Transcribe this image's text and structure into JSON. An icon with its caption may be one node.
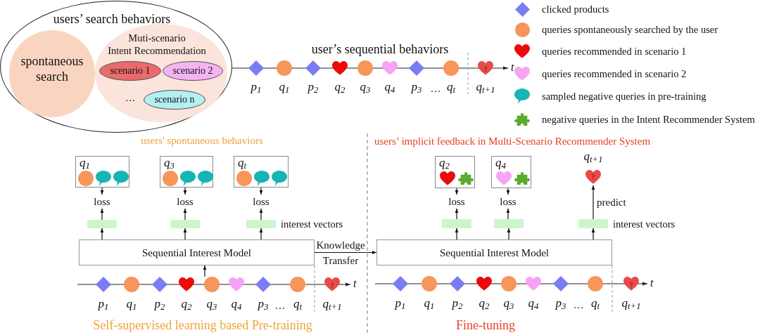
{
  "diagram": {
    "nodes": [
      {
        "text": [
          "users’ search behaviors"
        ]
      },
      {
        "text": [
          "spontaneous search"
        ],
        "in": 0
      },
      {
        "text": [
          "Muti-scenario Intent Recommendation",
          "…"
        ],
        "in": 0
      },
      {
        "text": [
          "scenario 1"
        ],
        "in": 2
      },
      {
        "text": [
          "scenario 2"
        ],
        "in": 2
      },
      {
        "text": [
          "scenario n"
        ],
        "in": 2
      },
      {
        "text": [
          "q$_{1}$"
        ]
      },
      {
        "text": [
          "q$_{3}$"
        ]
      },
      {
        "text": [
          "q$_{t}$"
        ]
      },
      {
        "text": [
          "loss"
        ]
      },
      {
        "text": [
          "loss"
        ]
      },
      {
        "text": [
          "loss"
        ]
      },
      {
        "text": [],
        "shape": "bar"
      },
      {
        "text": [],
        "shape": "bar"
      },
      {
        "text": [],
        "shape": "bar",
        "beside": [
          "interest vectors"
        ]
      },
      {
        "text": [
          "Sequential Interest Model"
        ]
      },
      {
        "text": [
          "q$_{2}$"
        ]
      },
      {
        "text": [
          "q$_{4}$"
        ]
      },
      {
        "text": [
          "q$_{t+1}$",
          "?"
        ]
      },
      {
        "text": [
          "loss"
        ]
      },
      {
        "text": [
          "loss"
        ]
      },
      {
        "text": [],
        "shape": "bar"
      },
      {
        "text": [],
        "shape": "bar"
      },
      {
        "text": [],
        "shape": "bar",
        "beside": [
          "interest vectors"
        ]
      },
      {
        "text": [
          "Sequential Interest Model"
        ]
      }
    ],
    "edges": [
      {
        "from": 6,
        "to": 9,
        "arrow": "to"
      },
      {
        "from": 12,
        "to": 9,
        "arrow": "to"
      },
      {
        "from": 15,
        "to": 12,
        "arrow": "to"
      },
      {
        "from": 7,
        "to": 10,
        "arrow": "to"
      },
      {
        "from": 13,
        "to": 10,
        "arrow": "to"
      },
      {
        "from": 15,
        "to": 13,
        "arrow": "to"
      },
      {
        "from": 8,
        "to": 11,
        "arrow": "to"
      },
      {
        "from": 14,
        "to": 11,
        "arrow": "to"
      },
      {
        "from": 15,
        "to": 14,
        "arrow": "to"
      },
      {
        "from": null,
        "to": 15,
        "arrow": "to"
      },
      {
        "from": 15,
        "to": 24,
        "arrow": "to",
        "label": "Knowledge Transfer"
      },
      {
        "from": 16,
        "to": 19,
        "arrow": "to"
      },
      {
        "from": 21,
        "to": 19,
        "arrow": "to"
      },
      {
        "from": 24,
        "to": 21,
        "arrow": "to"
      },
      {
        "from": 17,
        "to": 20,
        "arrow": "to"
      },
      {
        "from": 22,
        "to": 20,
        "arrow": "to"
      },
      {
        "from": 24,
        "to": 22,
        "arrow": "to"
      },
      {
        "from": 24,
        "to": 23,
        "arrow": "to"
      },
      {
        "from": 23,
        "to": 18,
        "arrow": "to",
        "label": "predict"
      }
    ],
    "labels": [
      "user’s sequential behaviors",
      "?",
      "t",
      "p$_{1}$",
      "q$_{1}$",
      "p$_{2}$",
      "q$_{2}$",
      "q$_{3}$",
      "q$_{4}$",
      "p$_{3}$",
      "…",
      "q$_{t}$",
      "q$_{t+1}$",
      "users' spontaneous behaviors",
      "users’ implicit feedback in Multi-Scenario Recommender System",
      "?",
      "t",
      "p$_{1}$",
      "q$_{1}$",
      "p$_{2}$",
      "q$_{2}$",
      "q$_{3}$",
      "q$_{4}$",
      "p$_{3}$",
      "…",
      "q$_{t}$",
      "q$_{t+1}$",
      "?",
      "t",
      "p$_{1}$",
      "q$_{1}$",
      "p$_{2}$",
      "q$_{2}$",
      "q$_{3}$",
      "q$_{4}$",
      "p$_{3}$",
      "…",
      "q$_{t}$",
      "q$_{t+1}$",
      "Self-supervised learning based Pre-training",
      "Fine-tuning"
    ],
    "legend": [
      {
        "text": "clicked products"
      },
      {
        "text": "queries spontaneously searched by the user"
      },
      {
        "text": "queries recommended in scenario 1"
      },
      {
        "text": "queries recommended in scenario 2"
      },
      {
        "text": "sampled negative queries in pre-training"
      },
      {
        "text": "negative queries in the Intent Recommender System"
      }
    ]
  }
}
